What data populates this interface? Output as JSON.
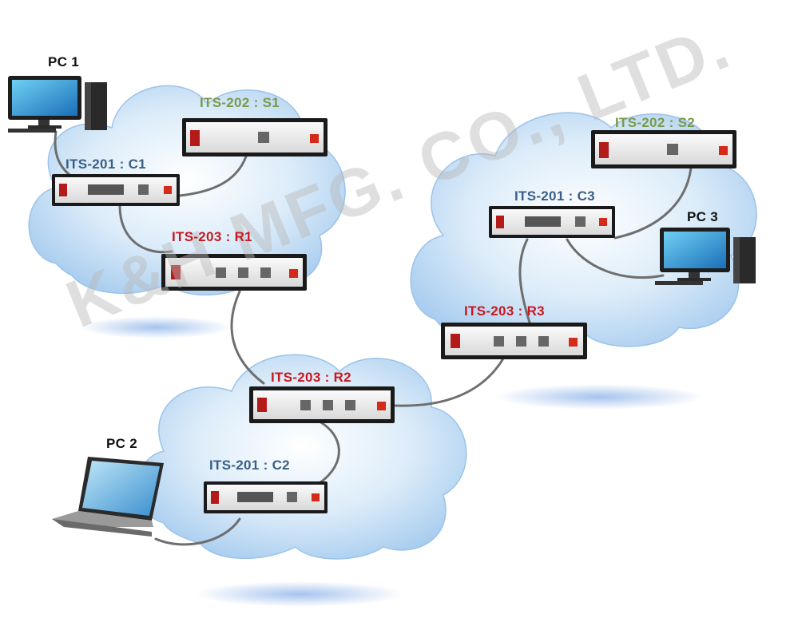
{
  "colors": {
    "switch": "#7a9a4a",
    "client": "#3a5f86",
    "router": "#c8181f",
    "pc": "#111111",
    "cable": "#6e6e6e"
  },
  "icons": [
    "cloud-icon",
    "device-box-icon",
    "desktop-pc-icon",
    "laptop-icon"
  ],
  "watermark": "K&H MFG. CO., LTD.",
  "pcs": {
    "pc1": "PC 1",
    "pc2": "PC 2",
    "pc3": "PC 3"
  },
  "devices": {
    "s1": "ITS-202 : S1",
    "c1": "ITS-201 : C1",
    "r1": "ITS-203 : R1",
    "s2": "ITS-202 : S2",
    "c3": "ITS-201 : C3",
    "r3": "ITS-203 : R3",
    "r2": "ITS-203 : R2",
    "c2": "ITS-201 : C2"
  }
}
